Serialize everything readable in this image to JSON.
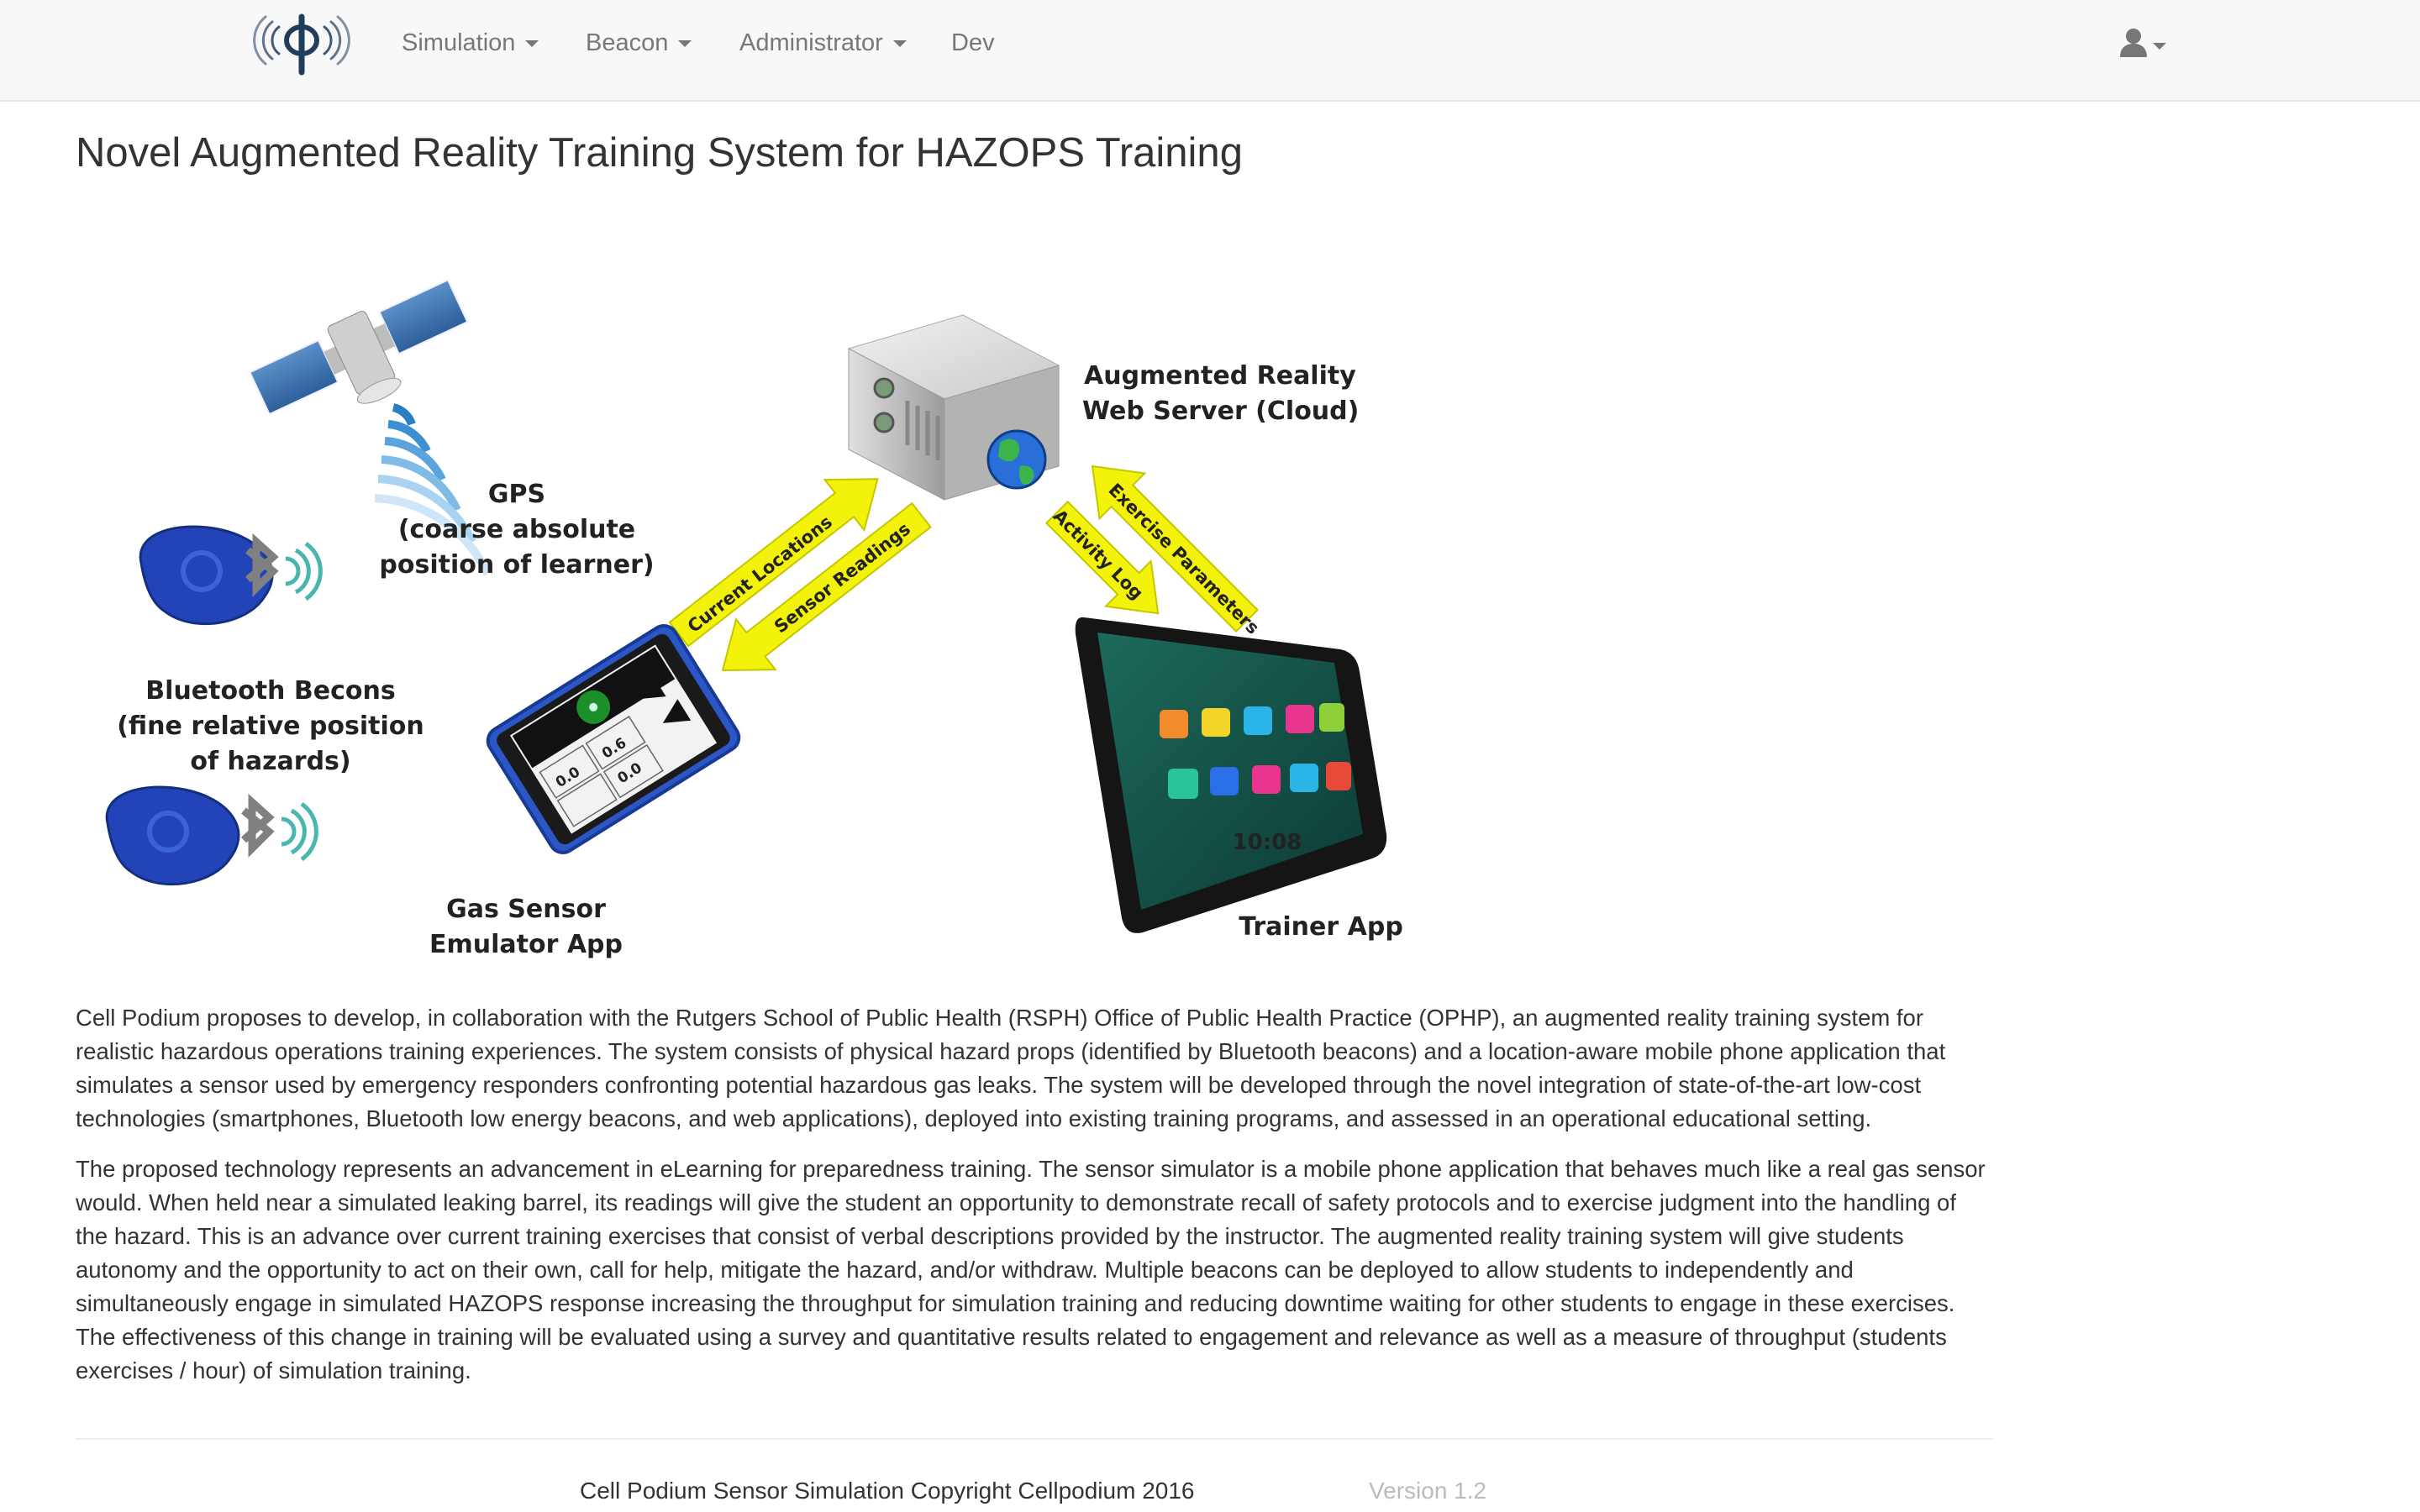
{
  "navbar": {
    "brand_icon": "phi-wave-logo-icon",
    "items": [
      {
        "label": "Simulation",
        "dropdown": true
      },
      {
        "label": "Beacon",
        "dropdown": true
      },
      {
        "label": "Administrator",
        "dropdown": true
      },
      {
        "label": "Dev",
        "dropdown": false
      }
    ],
    "user_icon": "user-icon"
  },
  "page": {
    "title": "Novel Augmented Reality Training System for HAZOPS Training"
  },
  "diagram": {
    "gps_label": [
      "GPS",
      "(coarse absolute",
      "position of learner)"
    ],
    "beacons_label": [
      "Bluetooth Becons",
      "(fine relative position",
      "of hazards)"
    ],
    "server_label": [
      "Augmented Reality",
      "Web Server (Cloud)"
    ],
    "sensor_app_label": [
      "Gas Sensor",
      "Emulator App"
    ],
    "trainer_app_label": "Trainer App",
    "arrow_current_locations": "Current Locations",
    "arrow_sensor_readings": "Sensor Readings",
    "arrow_activity_log": "Activity Log",
    "arrow_exercise_parameters": "Exercise Parameters",
    "phone_screen": {
      "reading": "0.0",
      "reading2": "0.6",
      "reading3": "0.0"
    },
    "tablet_clock": "10:08"
  },
  "content": {
    "paragraph1": "Cell Podium proposes to develop, in collaboration with the Rutgers School of Public Health (RSPH) Office of Public Health Practice (OPHP), an augmented reality training system for realistic hazardous operations training experiences. The system consists of physical hazard props (identified by Bluetooth beacons) and a location-aware mobile phone application that simulates a sensor used by emergency responders confronting potential hazardous gas leaks. The system will be developed through the novel integration of state-of-the-art low-cost technologies (smartphones, Bluetooth low energy beacons, and web applications), deployed into existing training programs, and assessed in an operational educational setting.",
    "paragraph2": "The proposed technology represents an advancement in eLearning for preparedness training. The sensor simulator is a mobile phone application that behaves much like a real gas sensor would. When held near a simulated leaking barrel, its readings will give the student an opportunity to demonstrate recall of safety protocols and to exercise judgment into the handling of the hazard. This is an advance over current training exercises that consist of verbal descriptions provided by the instructor. The augmented reality training system will give students autonomy and the opportunity to act on their own, call for help, mitigate the hazard, and/or withdraw. Multiple beacons can be deployed to allow students to independently and simultaneously engage in simulated HAZOPS response increasing the throughput for simulation training and reducing downtime waiting for other students to engage in these exercises. The effectiveness of this change in training will be evaluated using a survey and quantitative results related to engagement and relevance as well as a measure of throughput (students exercises / hour) of simulation training."
  },
  "footer": {
    "copyright": "Cell Podium Sensor Simulation Copyright Cellpodium 2016",
    "version": "Version 1.2"
  },
  "colors": {
    "navbar_bg": "#f8f8f8",
    "nav_text": "#777777",
    "logo": "#1f3d5c",
    "arrow_yellow": "#f2f20a",
    "beacon_blue": "#2244b8"
  }
}
